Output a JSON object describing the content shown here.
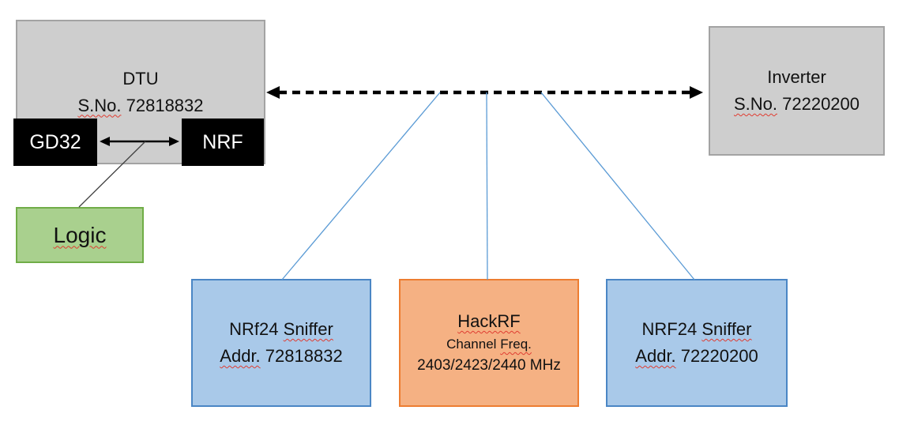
{
  "colors": {
    "gray-fill": "#cecece",
    "gray-border": "#a3a3a3",
    "black-fill": "#000000",
    "chip-text": "#ffffff",
    "green-fill": "#a9d08e",
    "green-border": "#70ad47",
    "blue-fill": "#a9c9e9",
    "blue-border": "#4a86c5",
    "orange-fill": "#f5b183",
    "orange-border": "#ed7d31",
    "connector-blue": "#5b9bd5",
    "arrow-black": "#000000",
    "thin-line": "#404040",
    "spell-red": "#e03c31",
    "text": "#111111"
  },
  "nodes": {
    "dtu": {
      "title": "DTU",
      "serial_label": "S.No.",
      "serial": "72818832"
    },
    "gd32": {
      "label": "GD32"
    },
    "nrf": {
      "label": "NRF"
    },
    "logic": {
      "label": "Logic"
    },
    "inverter": {
      "title": "Inverter",
      "serial_label": "S.No.",
      "serial": "72220200"
    },
    "sniffer_left": {
      "title_prefix": "NRf24",
      "title_word": "Sniffer",
      "addr_label": "Addr.",
      "addr": "72818832"
    },
    "hackrf": {
      "title": "HackRF",
      "channel_prefix": "Channel",
      "channel_word": "Freq.",
      "frequencies": "2403/2423/2440 MHz"
    },
    "sniffer_right": {
      "title_prefix": "NRF24",
      "title_word": "Sniffer",
      "addr_label": "Addr.",
      "addr": "72220200"
    }
  }
}
